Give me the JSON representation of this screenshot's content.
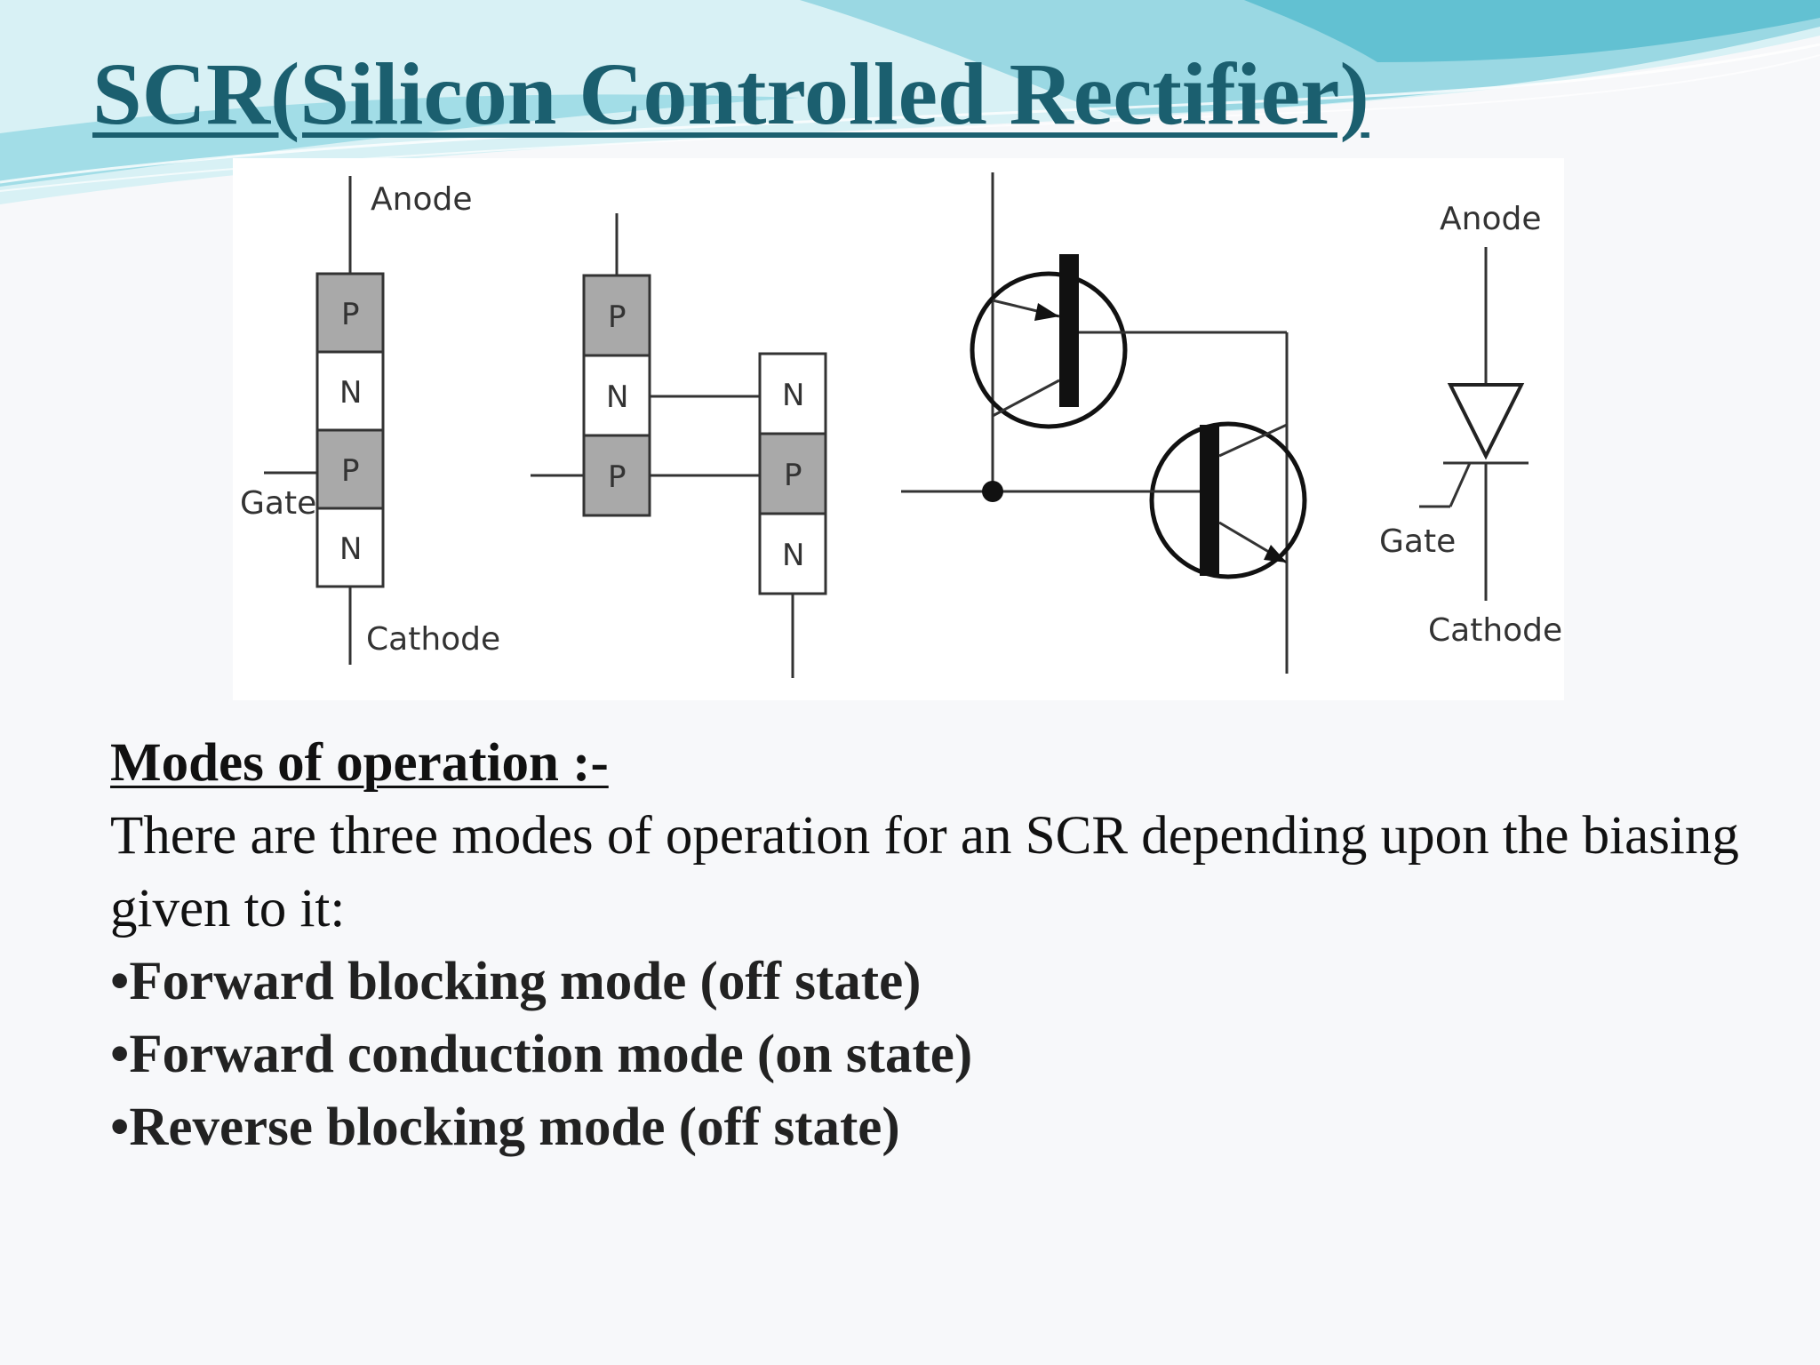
{
  "slide": {
    "title": "SCR(Silicon Controlled Rectifier)"
  },
  "figure": {
    "labels": {
      "anode": "Anode",
      "gate": "Gate",
      "cathode": "Cathode"
    },
    "layers": {
      "p": "P",
      "n": "N"
    }
  },
  "modes": {
    "heading": "Modes of operation :-",
    "intro": "There are three modes of operation for an SCR depending upon the biasing given to it:",
    "items": [
      "•Forward blocking mode (off state)",
      "•Forward conduction mode (on state)",
      "•Reverse blocking mode (off state)"
    ]
  },
  "colors": {
    "title": "#1b5f6f",
    "p_layer": "#a9a9a9",
    "n_layer": "#ffffff",
    "wave_light": "#cfeef3",
    "wave_dark": "#5fbfd0"
  }
}
